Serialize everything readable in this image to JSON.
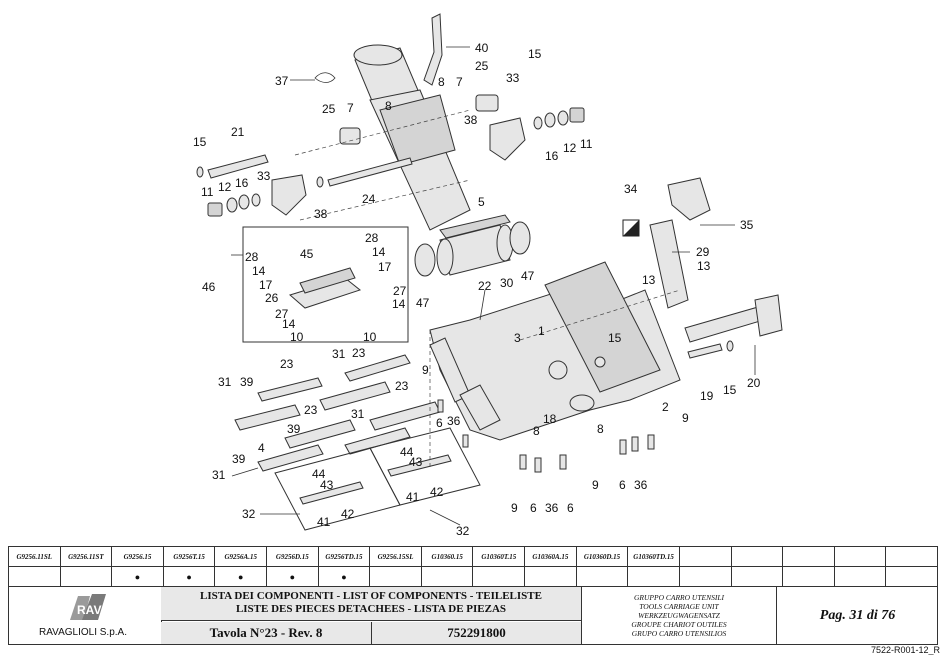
{
  "callouts": {
    "c40": "40",
    "c37": "37",
    "c15a": "15",
    "c25a": "25",
    "c33a": "33",
    "c8a": "8",
    "c7a": "7",
    "c38a": "38",
    "c16a": "16",
    "c12a": "12",
    "c11a": "11",
    "c8b": "8",
    "c7b": "7",
    "c25b": "25",
    "c21": "21",
    "c15b": "15",
    "c11b": "11",
    "c12b": "12",
    "c16b": "16",
    "c33b": "33",
    "c38b": "38",
    "c24": "24",
    "c5": "5",
    "c34": "34",
    "c35": "35",
    "c29": "29",
    "c13a": "13",
    "c13b": "13",
    "c28a": "28",
    "c28b": "28",
    "c14a": "14",
    "c14b": "14",
    "c45": "45",
    "c17a": "17",
    "c17b": "17",
    "c46": "46",
    "c26": "26",
    "c27a": "27",
    "c27b": "27",
    "c14c": "14",
    "c14d": "14",
    "c10a": "10",
    "c10b": "10",
    "c47a": "47",
    "c47b": "47",
    "c30": "30",
    "c22": "22",
    "c1": "1",
    "c3": "3",
    "c15c": "15",
    "c19": "19",
    "c15d": "15",
    "c20": "20",
    "c2": "2",
    "c18": "18",
    "c9a": "9",
    "c6a": "6",
    "c36a": "36",
    "c8c": "8",
    "c8d": "8",
    "c9b": "9",
    "c9c": "9",
    "c6b": "6",
    "c36b": "36",
    "c9d": "9",
    "c6c": "6",
    "c36c": "36",
    "c6d": "6",
    "c31a": "31",
    "c39a": "39",
    "c23a": "23",
    "c31b": "31",
    "c23b": "23",
    "c23c": "23",
    "c39b": "39",
    "c23d": "23",
    "c31c": "31",
    "c4": "4",
    "c39c": "39",
    "c31d": "31",
    "c44a": "44",
    "c43a": "43",
    "c44b": "44",
    "c43b": "43",
    "c41a": "41",
    "c42a": "42",
    "c41b": "41",
    "c42b": "42",
    "c32a": "32",
    "c32b": "32"
  },
  "model_codes": [
    "G9256.11SL",
    "G9256.11ST",
    "G9256.15",
    "G9256T.15",
    "G9256A.15",
    "G9256D.15",
    "G9256TD.15",
    "G9256.15SL",
    "G10360.15",
    "G10360T.15",
    "G10360A.15",
    "G10360D.15",
    "G10360TD.15",
    "",
    "",
    "",
    "",
    ""
  ],
  "applicability": [
    "",
    "",
    "●",
    "●",
    "●",
    "●",
    "●",
    "",
    "",
    "",
    "",
    "",
    "",
    "",
    "",
    "",
    "",
    ""
  ],
  "company": "RAVAGLIOLI S.p.A.",
  "logo_text": "RAV",
  "list_title_lines": [
    "LISTA DEI COMPONENTI - LIST OF COMPONENTS - TEILELISTE",
    "LISTE DES PIECES DETACHEES - LISTA DE PIEZAS"
  ],
  "table_label": "Tavola N°23 - Rev. 8",
  "drawing_number": "752291800",
  "description_lines": [
    "GRUPPO CARRO UTENSILI",
    "TOOLS CARRIAGE UNIT",
    "WERKZEUGWAGENSATZ",
    "GROUPE CHARIOT OUTILES",
    "GRUPO CARRO UTENSILIOS"
  ],
  "page_label": "Pag. 31 di 76",
  "doc_ref": "7522-R001-12_R"
}
